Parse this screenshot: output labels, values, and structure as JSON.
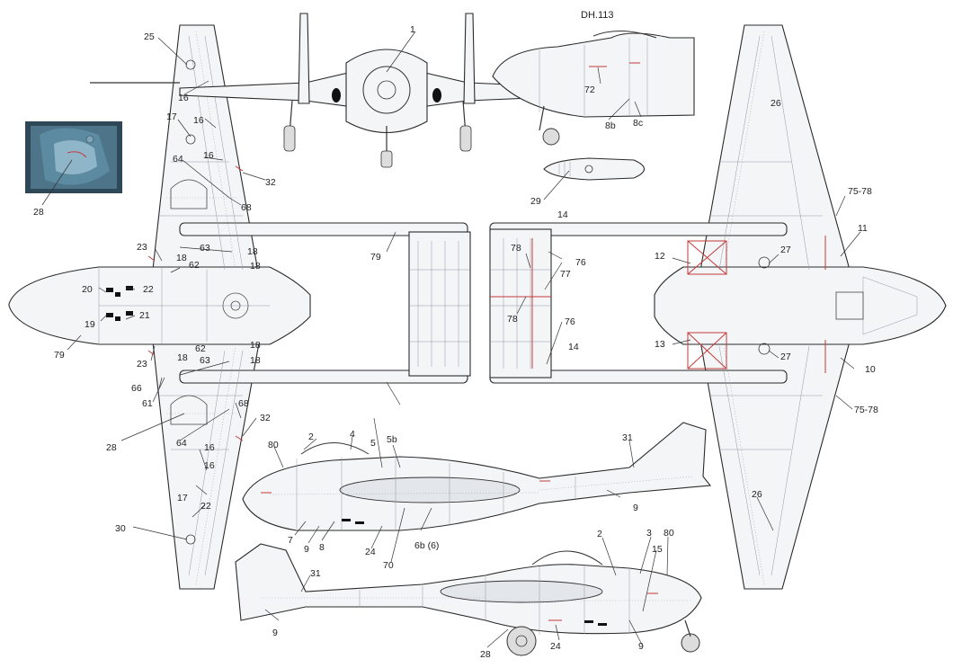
{
  "title": "DH.113",
  "colors": {
    "outline": "#2a2a2a",
    "panel_line": "#8f97a3",
    "marking_red": "#c43a3a",
    "photo_blue": "#5c8aa0"
  },
  "views": [
    "top-view-plan",
    "front-view",
    "nose-side-detail",
    "access-panel-detail",
    "underside-view-plan",
    "left-side-profile",
    "right-side-profile",
    "reference-photo"
  ],
  "callouts": {
    "top_plan": [
      "25",
      "16",
      "17",
      "16",
      "16",
      "64",
      "68",
      "32",
      "23",
      "18",
      "63",
      "62",
      "18",
      "18",
      "20",
      "22",
      "19",
      "21",
      "79",
      "23",
      "62",
      "18",
      "18",
      "63",
      "18",
      "66",
      "61",
      "28",
      "68",
      "64",
      "32",
      "16",
      "17",
      "16",
      "30",
      "79"
    ],
    "front": [
      "1"
    ],
    "nose_detail": [
      "72",
      "8b",
      "8c"
    ],
    "panel_detail": [
      "29"
    ],
    "photo": [
      "28"
    ],
    "underside_plan": [
      "26",
      "75-78",
      "11",
      "14",
      "78",
      "76",
      "77",
      "12",
      "27",
      "78",
      "76",
      "13",
      "27",
      "10",
      "14",
      "75-78",
      "26"
    ],
    "left_profile": [
      "80",
      "2",
      "4",
      "5",
      "5b",
      "31",
      "9",
      "7",
      "9",
      "8",
      "24",
      "70",
      "6b (6)"
    ],
    "right_profile": [
      "31",
      "9",
      "28",
      "24",
      "2",
      "3",
      "15",
      "80",
      "9"
    ]
  }
}
